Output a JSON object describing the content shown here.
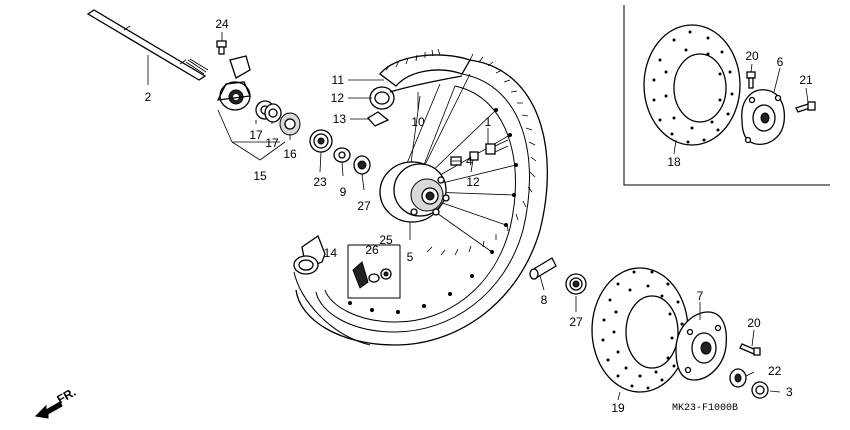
{
  "callouts": {
    "c1": "1",
    "c2": "2",
    "c3": "3",
    "c4": "4",
    "c5": "5",
    "c6": "6",
    "c7": "7",
    "c8": "8",
    "c9": "9",
    "c10": "10",
    "c11": "11",
    "c12a": "12",
    "c12b": "12",
    "c13": "13",
    "c14": "14",
    "c15": "15",
    "c16": "16",
    "c17a": "17",
    "c17b": "17",
    "c18": "18",
    "c19": "19",
    "c20a": "20",
    "c20b": "20",
    "c21": "21",
    "c22": "22",
    "c23": "23",
    "c24": "24",
    "c25": "25",
    "c26": "26",
    "c27a": "27",
    "c27b": "27"
  },
  "direction_label": "FR.",
  "diagram_code": "MK23-F1000B"
}
